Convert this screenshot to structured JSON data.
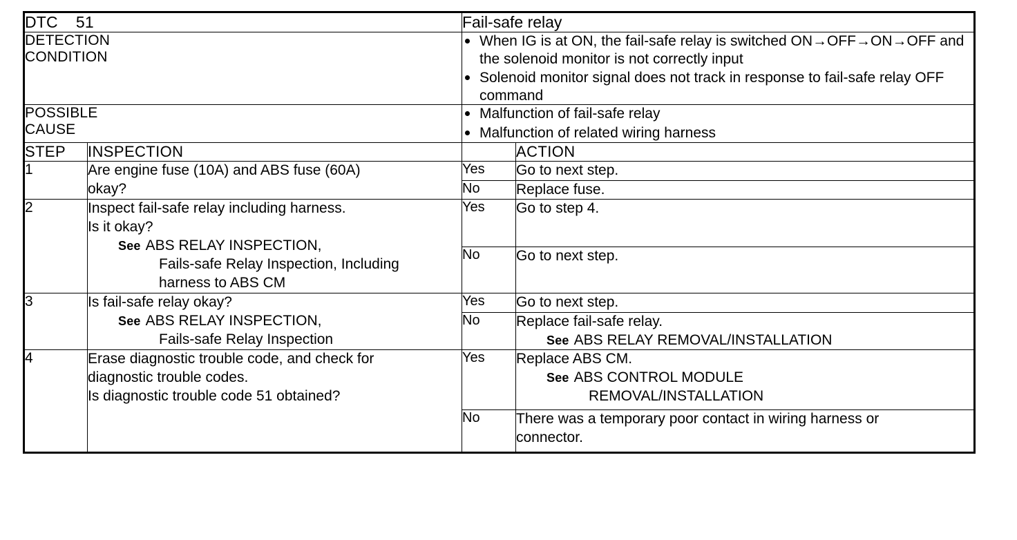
{
  "header": {
    "dtc_label": "DTC",
    "dtc_code": "51",
    "title": "Fail-safe relay"
  },
  "detection": {
    "label_line1": "DETECTION",
    "label_line2": "CONDITION",
    "bullets": [
      "When IG is at ON, the fail-safe relay is switched ON→OFF→ON→OFF and the solenoid monitor is not correctly input",
      "Solenoid monitor signal does not track in response to fail-safe relay OFF command"
    ]
  },
  "possible_cause": {
    "label_line1": "POSSIBLE",
    "label_line2": "CAUSE",
    "bullets": [
      "Malfunction of fail-safe relay",
      "Malfunction of related wiring harness"
    ]
  },
  "columns": {
    "step": "STEP",
    "inspection": "INSPECTION",
    "action": "ACTION"
  },
  "steps": [
    {
      "number": "1",
      "inspection_lines": [
        "Are engine fuse (10A) and ABS fuse (60A)",
        "okay?"
      ],
      "results": [
        {
          "answer": "Yes",
          "action_lines": [
            "Go to next step."
          ]
        },
        {
          "answer": "No",
          "action_lines": [
            "Replace fuse."
          ]
        }
      ]
    },
    {
      "number": "2",
      "inspection_lines": [
        "Inspect fail-safe relay including harness.",
        "Is it okay?"
      ],
      "inspection_see": {
        "see_word": "See",
        "ref_line1": "ABS RELAY INSPECTION,",
        "ref_line2": "Fails-safe Relay Inspection, Including",
        "ref_line3": "harness to ABS CM"
      },
      "results": [
        {
          "answer": "Yes",
          "action_lines": [
            "Go to step 4."
          ]
        },
        {
          "answer": "No",
          "action_lines": [
            "Go to next step."
          ]
        }
      ]
    },
    {
      "number": "3",
      "inspection_lines": [
        "Is fail-safe relay okay?"
      ],
      "inspection_see": {
        "see_word": "See",
        "ref_line1": "ABS RELAY INSPECTION,",
        "ref_line2": "Fails-safe Relay Inspection",
        "ref_line3": ""
      },
      "results": [
        {
          "answer": "Yes",
          "action_lines": [
            "Go to next step."
          ]
        },
        {
          "answer": "No",
          "action_lines": [
            "Replace fail-safe relay."
          ],
          "action_see": {
            "see_word": "See",
            "ref_line1": "ABS RELAY REMOVAL/INSTALLATION",
            "ref_line2": ""
          }
        }
      ]
    },
    {
      "number": "4",
      "inspection_lines": [
        "Erase diagnostic trouble code, and check for",
        "diagnostic trouble codes.",
        "Is diagnostic trouble code 51 obtained?"
      ],
      "results": [
        {
          "answer": "Yes",
          "action_lines": [
            "Replace ABS CM."
          ],
          "action_see": {
            "see_word": "See",
            "ref_line1": "ABS CONTROL MODULE",
            "ref_line2": "REMOVAL/INSTALLATION"
          }
        },
        {
          "answer": "No",
          "action_lines": [
            "There was a temporary poor contact in wiring harness or",
            "connector."
          ]
        }
      ]
    }
  ]
}
